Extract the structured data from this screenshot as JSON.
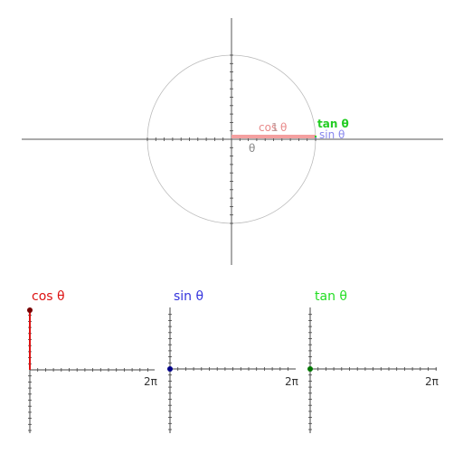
{
  "unit_circle": {
    "theta_label": "θ",
    "radius_label": "1",
    "cos_label": "cos θ",
    "sin_label": "sin θ",
    "tan_label": "tan θ"
  },
  "graphs": [
    {
      "key": "cos",
      "title": "cos θ",
      "x_end_label": "2π",
      "value": 1
    },
    {
      "key": "sin",
      "title": "sin θ",
      "x_end_label": "2π",
      "value": 0
    },
    {
      "key": "tan",
      "title": "tan θ",
      "x_end_label": "2π",
      "value": 0
    }
  ],
  "colors": {
    "cos": "#dd1111",
    "sin": "#3333dd",
    "tan": "#22dd22",
    "cos_segment": "#f4a0a0",
    "axis": "#444444",
    "circle": "#bbbbbb",
    "theta": "#888888"
  }
}
